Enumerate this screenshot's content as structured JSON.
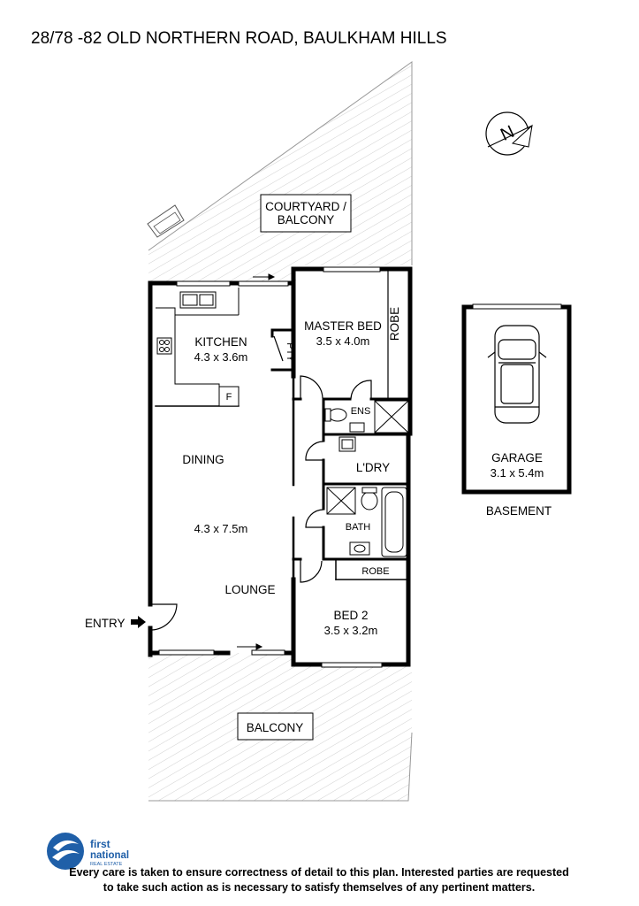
{
  "title": "28/78 -82 OLD NORTHERN ROAD, BAULKHAM HILLS",
  "compass": {
    "label": "N"
  },
  "rooms": {
    "courtyard": {
      "line1": "COURTYARD /",
      "line2": "BALCONY"
    },
    "kitchen": {
      "name": "KITCHEN",
      "size": "4.3 x 3.6m"
    },
    "pantry": {
      "name": "PTY"
    },
    "fridge": {
      "name": "F"
    },
    "master_bed": {
      "name": "MASTER BED",
      "size": "3.5 x 4.0m"
    },
    "master_robe": {
      "name": "ROBE"
    },
    "ensuite": {
      "name": "ENS"
    },
    "laundry": {
      "name": "L'DRY"
    },
    "bath": {
      "name": "BATH"
    },
    "bed2_robe": {
      "name": "ROBE"
    },
    "dining": {
      "name": "DINING"
    },
    "living_size": "4.3 x 7.5m",
    "lounge": {
      "name": "LOUNGE"
    },
    "bed2": {
      "name": "BED 2",
      "size": "3.5 x 3.2m"
    },
    "balcony": {
      "name": "BALCONY"
    },
    "garage": {
      "name": "GARAGE",
      "size": "3.1 x 5.4m"
    }
  },
  "entry_label": "ENTRY",
  "basement_label": "BASEMENT",
  "logo": {
    "line1": "first",
    "line2": "national",
    "line3": "REAL ESTATE"
  },
  "disclaimer": {
    "line1": "Every care is taken to ensure correctness of detail to this plan. Interested parties are requested",
    "line2": "to take such action as is necessary to satisfy themselves of any pertinent matters."
  },
  "colors": {
    "wall": "#000000",
    "hatch": "#c8c8c8",
    "logo_blue": "#1f5fa8"
  }
}
